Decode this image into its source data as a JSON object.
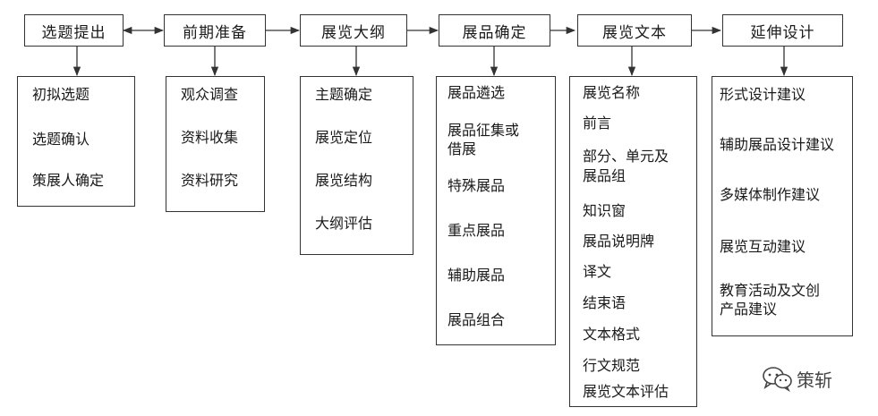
{
  "colors": {
    "stroke": "#333333",
    "text": "#1a1a1a"
  },
  "columns": [
    {
      "key": "topic",
      "header": "选题提出",
      "items": [
        "初拟选题",
        "选题确认",
        "策展人确定"
      ]
    },
    {
      "key": "prep",
      "header": "前期准备",
      "items": [
        "观众调查",
        "资料收集",
        "资料研究"
      ]
    },
    {
      "key": "outline",
      "header": "展览大纲",
      "items": [
        "主题确定",
        "展览定位",
        "展览结构",
        "大纲评估"
      ]
    },
    {
      "key": "exhibits",
      "header": "展品确定",
      "items": [
        "展品遴选",
        "展品征集或\n借展",
        "特殊展品",
        "重点展品",
        "辅助展品",
        "展品组合"
      ]
    },
    {
      "key": "text",
      "header": "展览文本",
      "items": [
        "展览名称",
        "前言",
        "部分、单元及\n展品组",
        "知识窗",
        "展品说明牌",
        "译文",
        "结束语",
        "文本格式",
        "行文规范",
        "展览文本评估"
      ]
    },
    {
      "key": "design",
      "header": "延伸设计",
      "items": [
        "形式设计建议",
        "辅助展品设计建议",
        "多媒体制作建议",
        "展览互动建议",
        "教育活动及文创\n产品建议"
      ]
    }
  ],
  "watermark": {
    "icon": "wechat-icon",
    "text": "策斩"
  }
}
